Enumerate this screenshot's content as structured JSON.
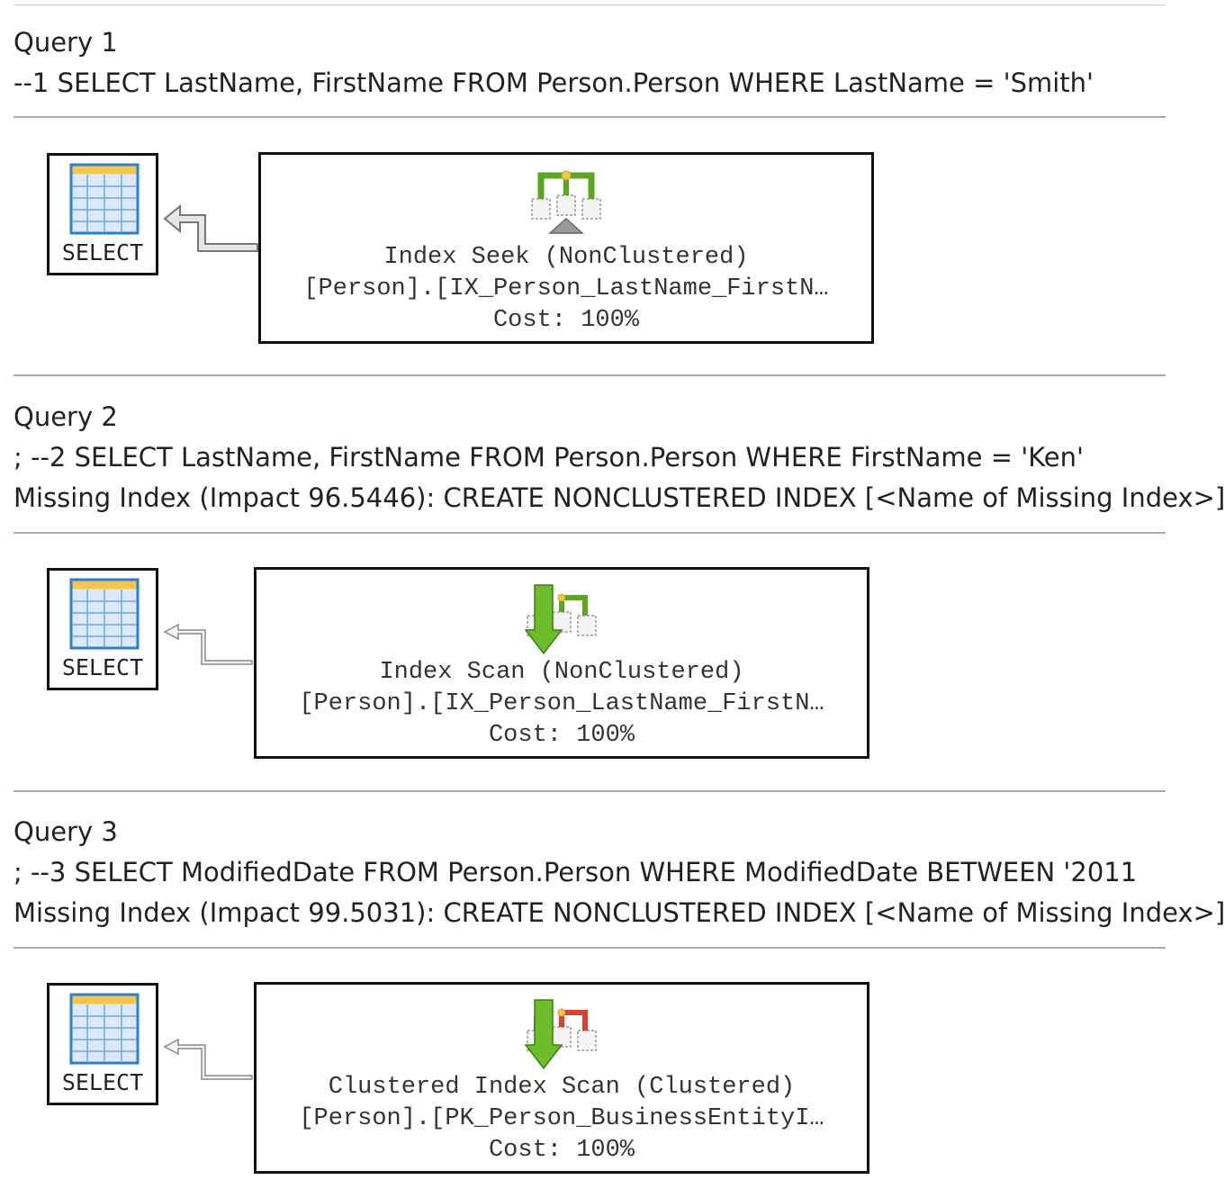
{
  "queries": [
    {
      "title": "Query 1",
      "sql": "--1 SELECT LastName, FirstName FROM Person.Person WHERE LastName = 'Smith'",
      "select_label": "SELECT",
      "operator": "Index Seek (NonClustered)",
      "object": "[Person].[IX_Person_LastName_FirstN…",
      "cost": "Cost: 100%",
      "icon": "index-seek-icon"
    },
    {
      "title": "Query 2",
      "sql": "; --2 SELECT LastName, FirstName FROM Person.Person WHERE FirstName = 'Ken'",
      "missing_index": "Missing Index (Impact 96.5446): CREATE NONCLUSTERED INDEX [<Name of Missing Index>]",
      "select_label": "SELECT",
      "operator": "Index Scan (NonClustered)",
      "object": "[Person].[IX_Person_LastName_FirstN…",
      "cost": "Cost: 100%",
      "icon": "index-scan-icon"
    },
    {
      "title": "Query 3",
      "sql": "; --3 SELECT ModifiedDate FROM Person.Person WHERE ModifiedDate BETWEEN '2011",
      "missing_index": "Missing Index (Impact 99.5031): CREATE NONCLUSTERED INDEX [<Name of Missing Index>]",
      "select_label": "SELECT",
      "operator": "Clustered Index Scan (Clustered)",
      "object": "[Person].[PK_Person_BusinessEntityI…",
      "cost": "Cost: 100%",
      "icon": "clustered-index-scan-icon"
    }
  ],
  "colors": {
    "green": "#5aa81e",
    "red": "#d9412e",
    "table_blue": "#2a7fd4",
    "table_header": "#f5c64a"
  }
}
